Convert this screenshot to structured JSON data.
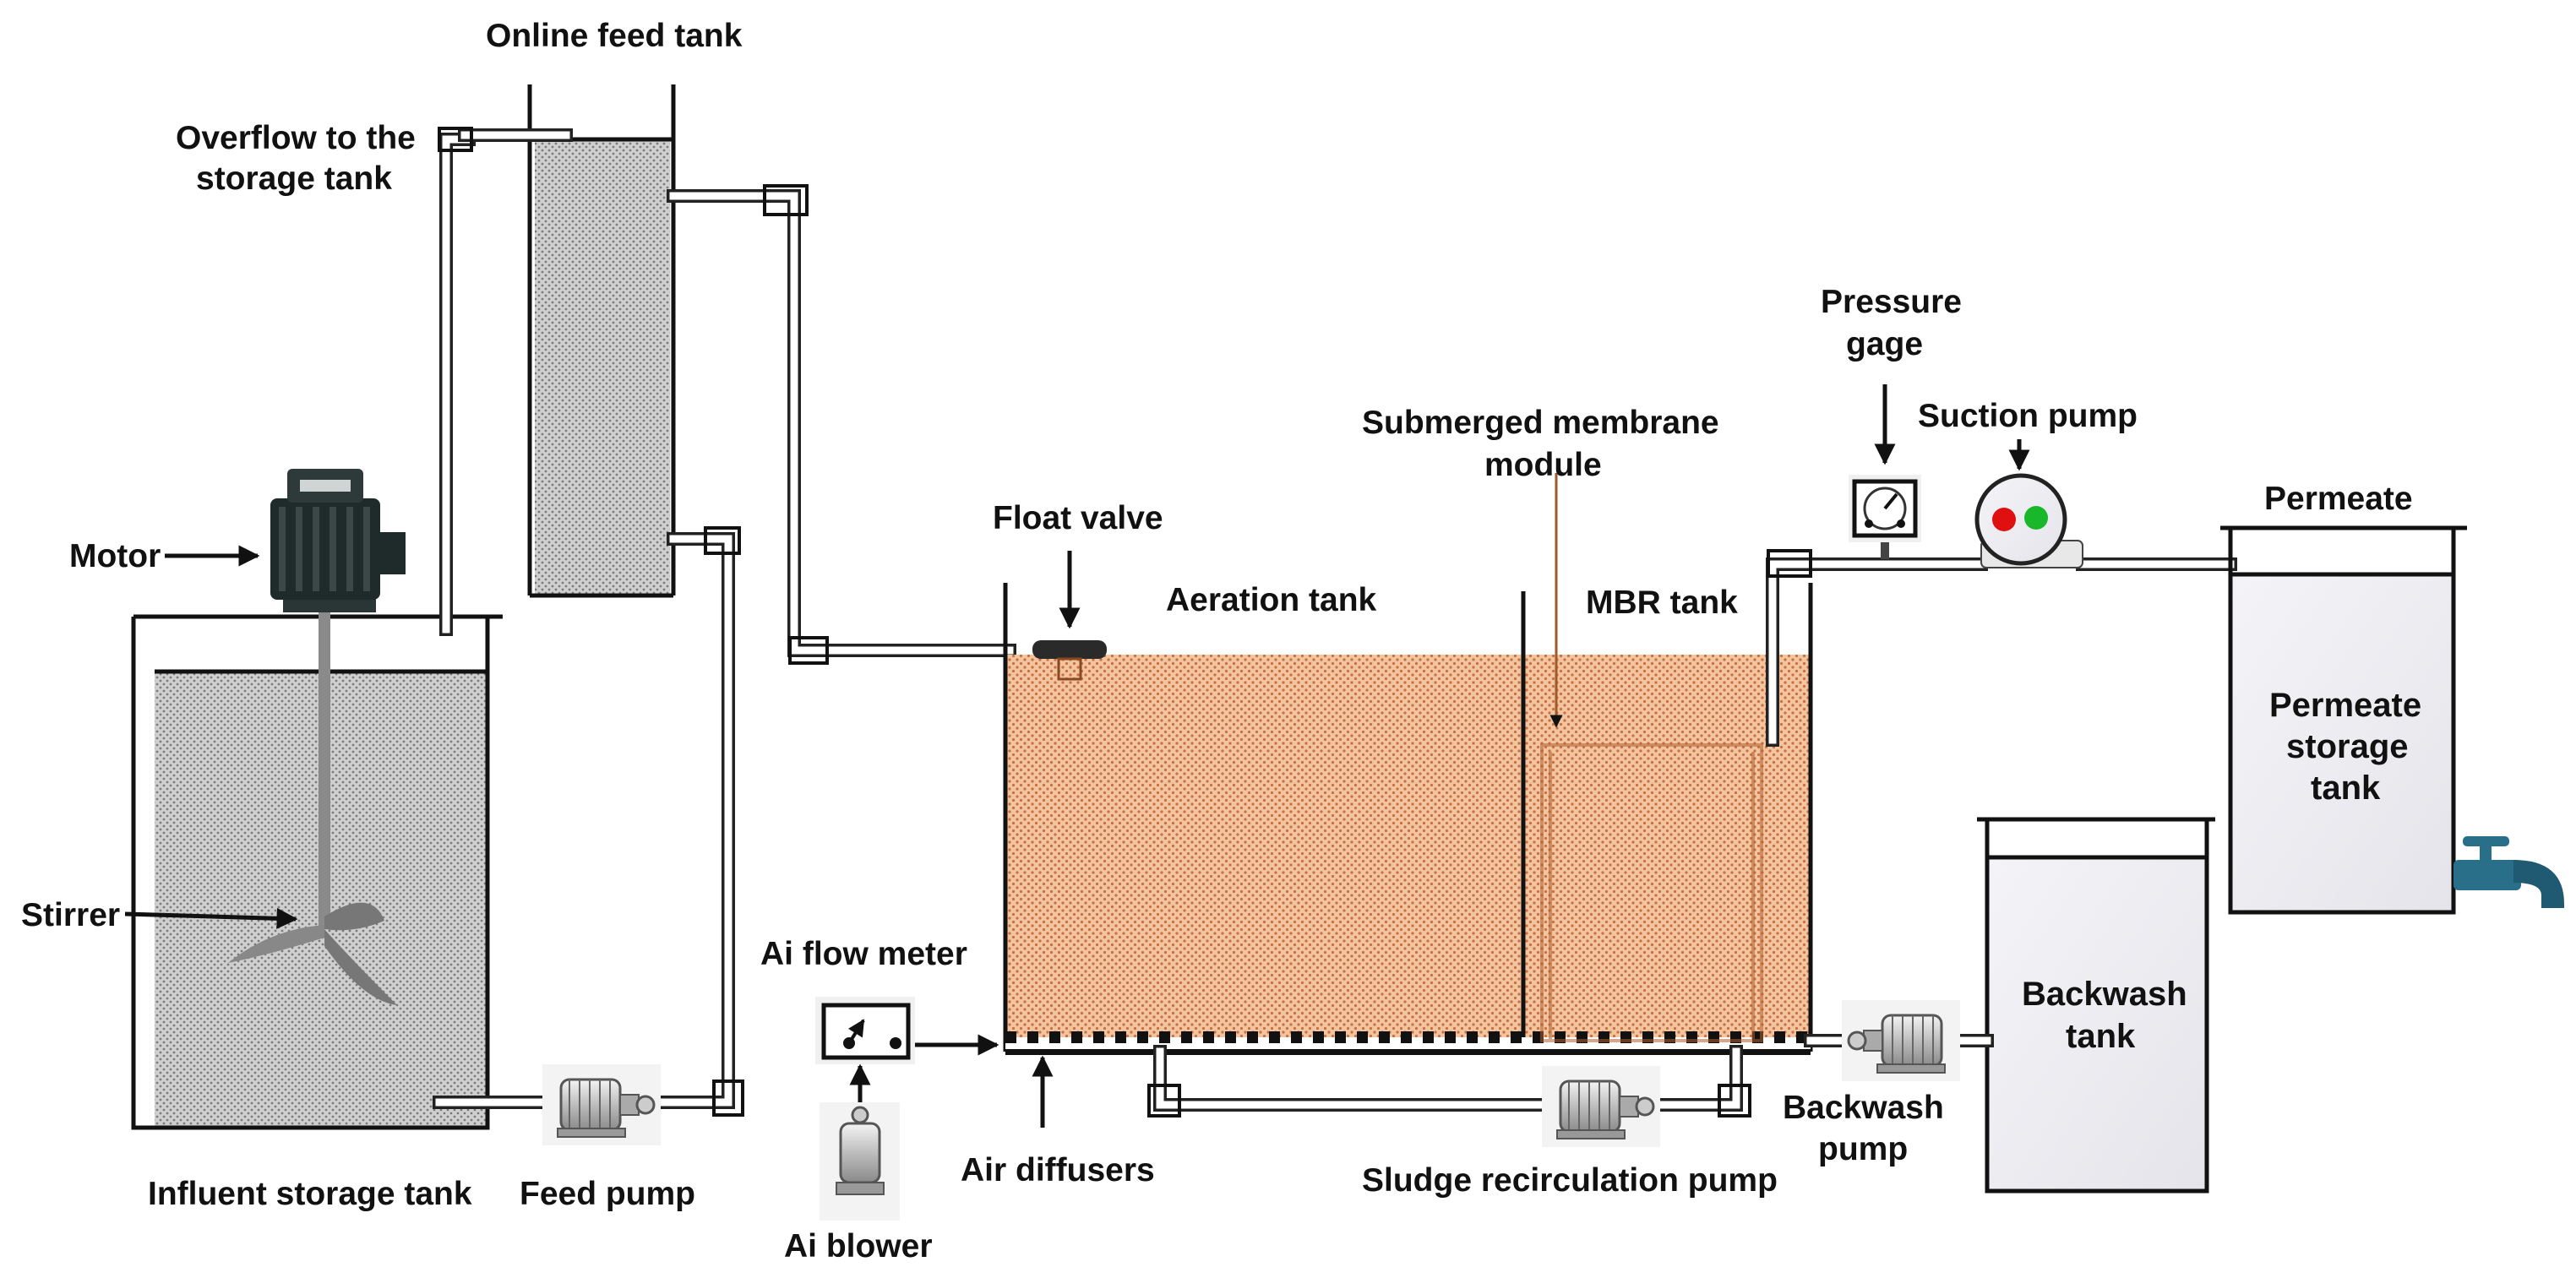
{
  "diagram": {
    "colors": {
      "sludge": "#f2c4a0",
      "sludge_dots": "#c8703e",
      "gray_fill": "#cfcfcf",
      "gray_dots": "#7a7a7a",
      "motor_body": "#1f2a2a",
      "pump_light_red": "#e01010",
      "pump_light_green": "#18b82a",
      "faucet": "#2a6f8a"
    },
    "labels": {
      "online_feed_tank": "Online feed tank",
      "overflow_line1": "Overflow to the",
      "overflow_line2": "storage tank",
      "motor": "Motor",
      "stirrer": "Stirrer",
      "influent_storage_tank": "Influent storage tank",
      "feed_pump": "Feed pump",
      "float_valve": "Float valve",
      "aeration_tank": "Aeration tank",
      "submerged_line1": "Submerged membrane",
      "submerged_line2": "module",
      "mbr_tank": "MBR tank",
      "pressure_line1": "Pressure",
      "pressure_line2": "gage",
      "suction_pump": "Suction pump",
      "permeate": "Permeate",
      "permeate_storage_line1": "Permeate",
      "permeate_storage_line2": "storage",
      "permeate_storage_line3": "tank",
      "ai_flow_meter": "Ai flow meter",
      "ai_blower": "Ai blower",
      "air_diffusers": "Air diffusers",
      "sludge_recirculation_pump": "Sludge recirculation pump",
      "backwash_pump_line1": "Backwash",
      "backwash_pump_line2": "pump",
      "backwash_tank_line1": "Backwash",
      "backwash_tank_line2": "tank"
    },
    "icons": [
      "motor-icon",
      "stirrer-icon",
      "pump-icon",
      "pressure-gage-icon",
      "suction-pump-icon",
      "flow-meter-icon",
      "blower-icon",
      "faucet-icon",
      "float-valve-icon"
    ]
  }
}
